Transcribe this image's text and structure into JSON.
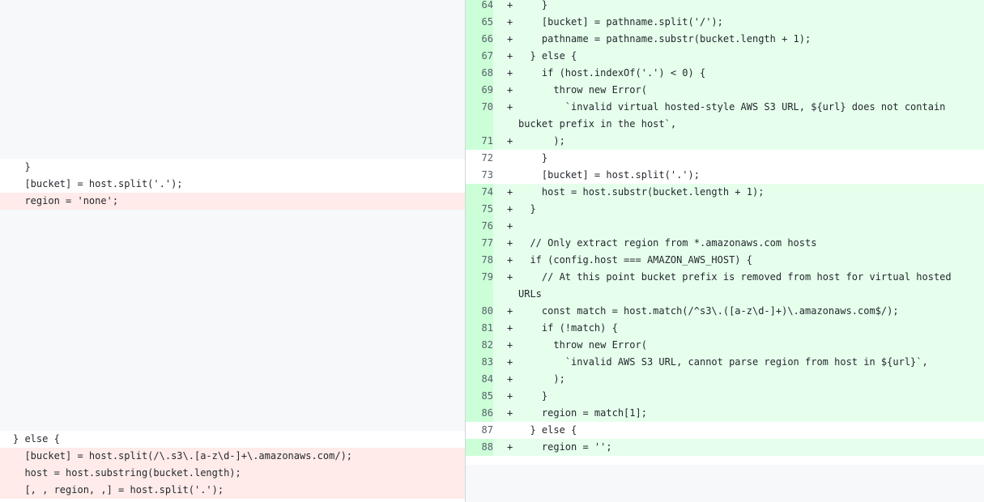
{
  "left_lines": [
    {
      "type": "ctx",
      "text": "  }"
    },
    {
      "type": "ctx",
      "text": "  [bucket] = host.split('.');"
    },
    {
      "type": "del",
      "text": "  region = 'none';"
    },
    {
      "type": "ctx",
      "text": "} else {"
    },
    {
      "type": "del",
      "text": "  [bucket] = host.split(/\\.s3\\.[a-z\\d-]+\\.amazonaws.com/);"
    },
    {
      "type": "del",
      "text": "  host = host.substring(bucket.length);"
    },
    {
      "type": "del",
      "text": "  [, , region, ,] = host.split('.');"
    }
  ],
  "right_lines": [
    {
      "num": "64",
      "sign": "+",
      "text": "    }"
    },
    {
      "num": "65",
      "sign": "+",
      "text": "    [bucket] = pathname.split('/');"
    },
    {
      "num": "66",
      "sign": "+",
      "text": "    pathname = pathname.substr(bucket.length + 1);"
    },
    {
      "num": "67",
      "sign": "+",
      "text": "  } else {"
    },
    {
      "num": "68",
      "sign": "+",
      "text": "    if (host.indexOf('.') < 0) {"
    },
    {
      "num": "69",
      "sign": "+",
      "text": "      throw new Error("
    },
    {
      "num": "70",
      "sign": "+",
      "text": "        `invalid virtual hosted-style AWS S3 URL, ${url} does not contain bucket prefix in the host`,"
    },
    {
      "num": "71",
      "sign": "+",
      "text": "      );"
    },
    {
      "num": "72",
      "sign": "",
      "text": "    }"
    },
    {
      "num": "73",
      "sign": "",
      "text": "    [bucket] = host.split('.');"
    },
    {
      "num": "74",
      "sign": "+",
      "text": "    host = host.substr(bucket.length + 1);"
    },
    {
      "num": "75",
      "sign": "+",
      "text": "  }"
    },
    {
      "num": "76",
      "sign": "+",
      "text": ""
    },
    {
      "num": "77",
      "sign": "+",
      "text": "  // Only extract region from *.amazonaws.com hosts"
    },
    {
      "num": "78",
      "sign": "+",
      "text": "  if (config.host === AMAZON_AWS_HOST) {"
    },
    {
      "num": "79",
      "sign": "+",
      "text": "    // At this point bucket prefix is removed from host for virtual hosted URLs"
    },
    {
      "num": "80",
      "sign": "+",
      "text": "    const match = host.match(/^s3\\.([a-z\\d-]+)\\.amazonaws.com$/);"
    },
    {
      "num": "81",
      "sign": "+",
      "text": "    if (!match) {"
    },
    {
      "num": "82",
      "sign": "+",
      "text": "      throw new Error("
    },
    {
      "num": "83",
      "sign": "+",
      "text": "        `invalid AWS S3 URL, cannot parse region from host in ${url}`,"
    },
    {
      "num": "84",
      "sign": "+",
      "text": "      );"
    },
    {
      "num": "85",
      "sign": "+",
      "text": "    }"
    },
    {
      "num": "86",
      "sign": "+",
      "text": "    region = match[1];"
    },
    {
      "num": "87",
      "sign": "",
      "text": "  } else {"
    },
    {
      "num": "88",
      "sign": "+",
      "text": "    region = '';"
    }
  ],
  "colors": {
    "addition_bg": "#e6ffec",
    "addition_gutter": "#ccffd8",
    "deletion_bg": "#ffebe9",
    "empty_bg": "#f6f8fa",
    "keyword": "#cf222e",
    "function": "#8250df",
    "number": "#0550ae"
  }
}
